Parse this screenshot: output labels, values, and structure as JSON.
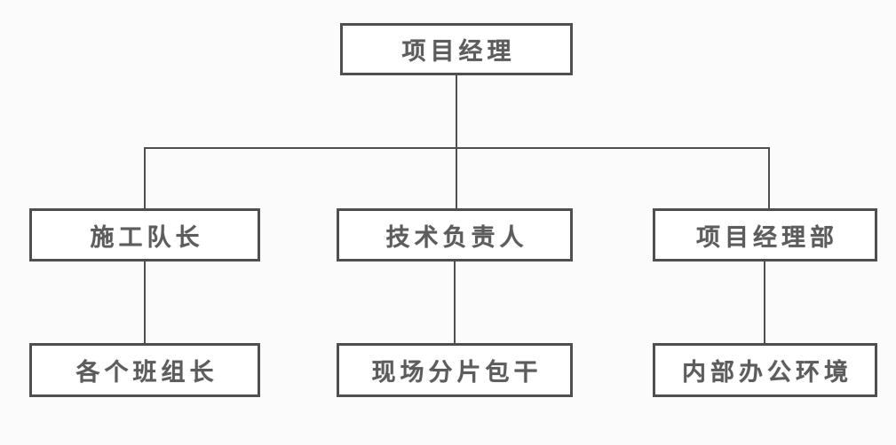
{
  "diagram": {
    "type": "org-chart",
    "colors": {
      "background": "#fbfbfb",
      "box_fill": "#ffffff",
      "border": "#4f4f4f",
      "line": "#4f4f4f",
      "text": "#5c5c5c"
    },
    "nodes": {
      "root": {
        "label": "项目经理"
      },
      "mid_left": {
        "label": "施工队长"
      },
      "mid_center": {
        "label": "技术负责人"
      },
      "mid_right": {
        "label": "项目经理部"
      },
      "bottom_left": {
        "label": "各个班组长"
      },
      "bottom_center": {
        "label": "现场分片包干"
      },
      "bottom_right": {
        "label": "内部办公环境"
      }
    },
    "edges": [
      {
        "from": "root",
        "to": "mid_left"
      },
      {
        "from": "root",
        "to": "mid_center"
      },
      {
        "from": "root",
        "to": "mid_right"
      },
      {
        "from": "mid_left",
        "to": "bottom_left"
      },
      {
        "from": "mid_center",
        "to": "bottom_center"
      },
      {
        "from": "mid_right",
        "to": "bottom_right"
      }
    ]
  }
}
